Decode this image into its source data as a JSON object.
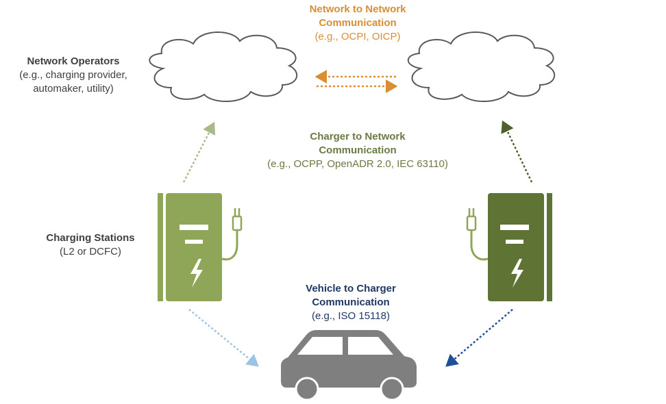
{
  "network_to_network": {
    "title_line1": "Network to Network",
    "title_line2": "Communication",
    "examples": "(e.g., OCPI, OICP)",
    "color": "#d98e34"
  },
  "network_operators": {
    "title": "Network Operators",
    "desc_line1": "(e.g., charging provider,",
    "desc_line2": "automaker, utility)",
    "color": "#404040"
  },
  "charger_to_network": {
    "title_line1": "Charger to Network",
    "title_line2": "Communication",
    "examples": "(e.g., OCPP, OpenADR 2.0, IEC 63110)",
    "color": "#6a7a45"
  },
  "charging_stations": {
    "title": "Charging Stations",
    "desc": "(L2 or DCFC)",
    "color": "#404040"
  },
  "vehicle_to_charger": {
    "title_line1": "Vehicle to Charger",
    "title_line2": "Communication",
    "examples": "(e.g., ISO 15118)",
    "color": "#1f3864"
  },
  "colors": {
    "charger_light": "#8fa557",
    "charger_dark": "#5f7334",
    "car": "#7f7f7f",
    "arrow_light_green": "#a9b98a",
    "arrow_dark_green": "#4f5f2e",
    "arrow_light_blue": "#9dc3e6",
    "arrow_dark_blue": "#1f4e9a",
    "cloud_stroke": "#595959"
  },
  "icons": [
    "cloud-icon",
    "charging-station-icon",
    "lightning-bolt-icon",
    "plug-connector-icon",
    "car-icon"
  ]
}
